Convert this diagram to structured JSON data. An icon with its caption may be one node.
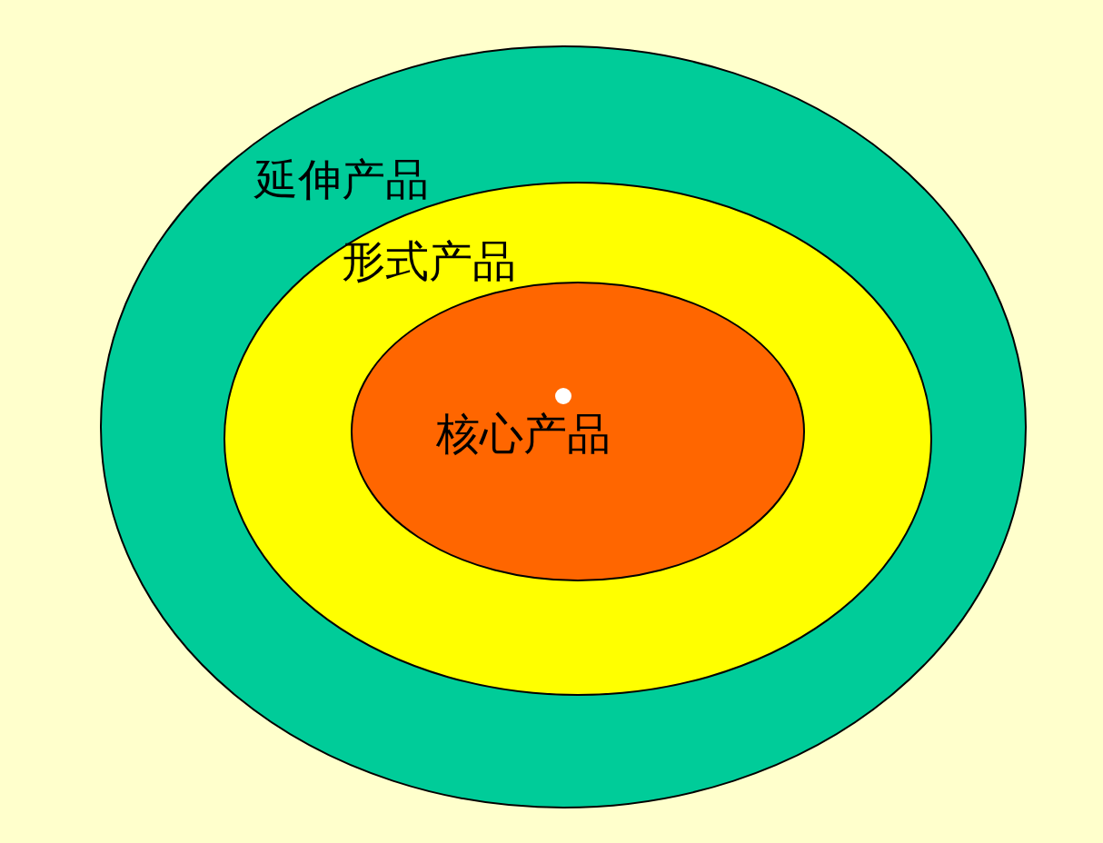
{
  "diagram": {
    "nodes": [
      {
        "text": [
          "延伸产品"
        ]
      },
      {
        "text": [
          "形式产品"
        ],
        "in": 0
      },
      {
        "text": [
          "核心产品"
        ],
        "in": 1
      }
    ]
  }
}
